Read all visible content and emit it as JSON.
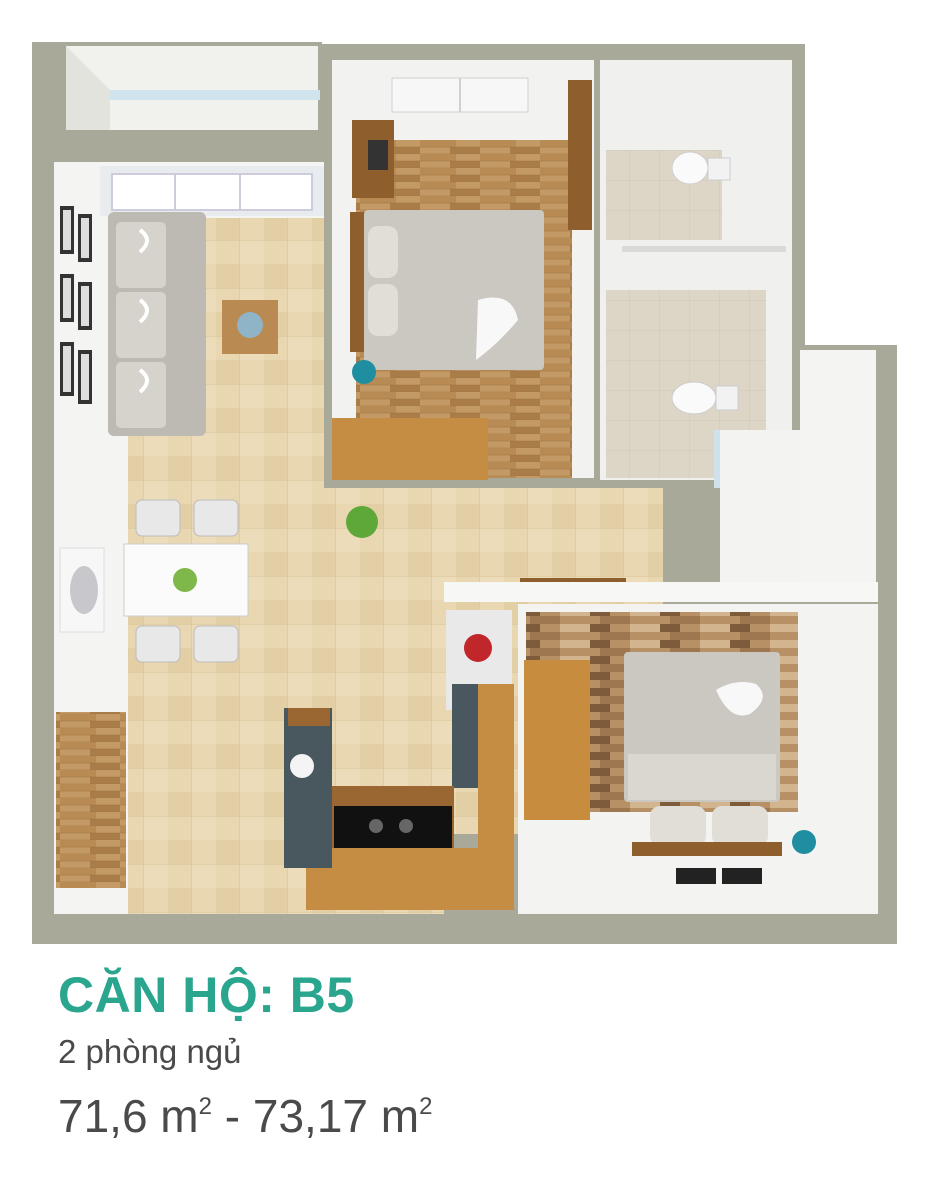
{
  "apartment": {
    "title": "CĂN HỘ: B5",
    "bedrooms": "2 phòng ngủ",
    "area_from_value": "71,6 m",
    "area_to_value": "73,17 m",
    "area_unit_sup": "2",
    "area_separator": " - "
  },
  "colors": {
    "title": "#2aa58e",
    "text": "#4a4a4a",
    "outer_wall": "#a9a99a",
    "floor_tile": "#e8d6b0",
    "wood_floor": "#b88c58",
    "upholstery": "#c9c6c0"
  },
  "icons": [
    "sofa-icon",
    "bed-icon",
    "toilet-icon",
    "plant-icon",
    "dining-table-icon",
    "stove-icon",
    "picture-frame-icon"
  ]
}
